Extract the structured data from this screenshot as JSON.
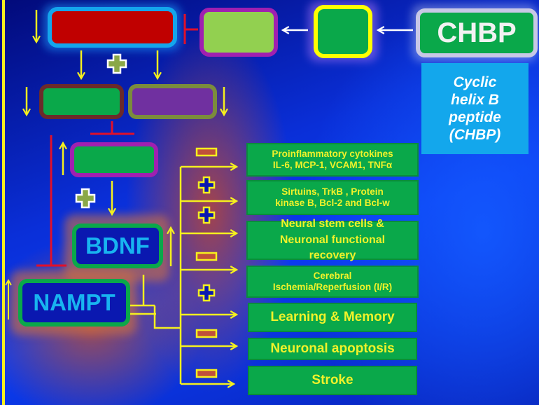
{
  "diagram": {
    "drug": {
      "abbreviation": "CHBP",
      "full_name_lines": [
        "Cyclic",
        "helix B",
        "peptide",
        "(CHBP)"
      ]
    },
    "nodes": {
      "bdnf": "BDNF",
      "nampt": "NAMPT"
    },
    "outcomes": [
      {
        "lines": [
          "Proinflammatory cytokines",
          "IL-6, MCP-1,  VCAM1, TNFα"
        ],
        "effect": "minus"
      },
      {
        "lines": [
          "Sirtuins, TrkB ,  Protein",
          "kinase B, Bcl-2 and Bcl-w"
        ],
        "effect": "plus"
      },
      {
        "lines": [
          "Neural stem cells &",
          "Neuronal functional",
          "recovery"
        ],
        "effect": "plus"
      },
      {
        "lines": [
          "Cerebral",
          "Ischemia/Reperfusion (I/R)"
        ],
        "effect": "minus"
      },
      {
        "lines": [
          "Learning  & Memory"
        ],
        "effect": "plus"
      },
      {
        "lines": [
          "Neuronal apoptosis"
        ],
        "effect": "minus"
      },
      {
        "lines": [
          "Stroke"
        ],
        "effect": "minus"
      }
    ],
    "colors": {
      "arrow": "#f5f01e",
      "inhibit": "#e0102a",
      "outcome_fill": "#0aa84a",
      "outcome_text": "#f1f22a",
      "red_box": "#c00000",
      "lightgreen_box": "#92d050",
      "purple_box": "#7030a0",
      "desc_box": "#13a7ec"
    }
  }
}
